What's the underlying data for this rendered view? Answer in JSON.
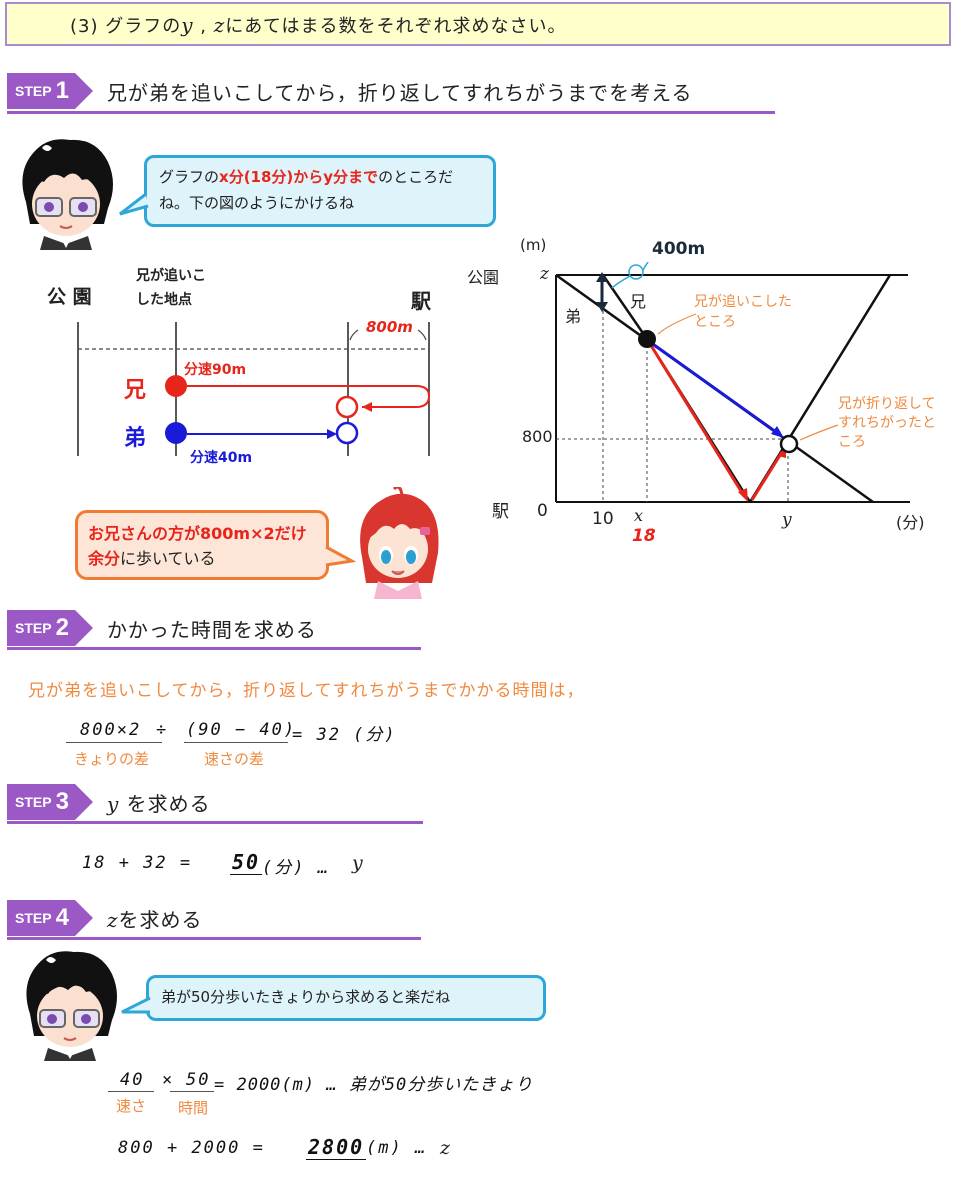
{
  "question": {
    "prefix": "(3) グラフの",
    "vy": "y",
    "comma": " , ",
    "vz": "z",
    "suffix": "にあてはまる数をそれぞれ求めなさい。"
  },
  "steps": [
    {
      "word": "STEP",
      "num": "1",
      "title": "兄が弟を追いこしてから，折り返してすれちがうまでを考える"
    },
    {
      "word": "STEP",
      "num": "2",
      "title": "かかった時間を求める"
    },
    {
      "word": "STEP",
      "num": "3",
      "title_var": "y",
      "title": "を求める"
    },
    {
      "word": "STEP",
      "num": "4",
      "title_var": "z",
      "title": "を求める"
    }
  ],
  "bubble1": {
    "pre": "グラフの",
    "red": "x分(18分)からy分まで",
    "post": "のところだね。下の図のようにかけるね"
  },
  "bubble2": {
    "red": "お兄さんの方が800m×2だけ余分",
    "post": "に歩いている"
  },
  "bubble3": {
    "text": "弟が50分歩いたきょりから求めると楽だね"
  },
  "diagram": {
    "park": "公 園",
    "station": "駅",
    "catch_point": "兄が追いこ\nした地点",
    "distance": "800m",
    "brother": "兄",
    "younger": "弟",
    "brother_speed": "分速90m",
    "younger_speed": "分速40m"
  },
  "graph": {
    "unit_y": "(m)",
    "unit_x": "(分)",
    "label_park": "公園",
    "label_station": "駅",
    "z": "z",
    "y800": "800",
    "y0": "0",
    "x10": "10",
    "xx": "x",
    "x18": "18",
    "xy": "y",
    "gap": "400m",
    "brother": "兄",
    "younger": "弟",
    "note_catch": "兄が追いこした\nところ",
    "note_pass": "兄が折り返して\nすれちがったと\nころ"
  },
  "step2": {
    "sentence": "兄が弟を追いこしてから，折り返してすれちがうまでかかる時間は，",
    "num1": "800×2",
    "op": "÷",
    "num2": "(90 − 40)",
    "result": "= 32 (分)",
    "label1": "きょりの差",
    "label2": "速さの差"
  },
  "step3": {
    "expr": "18  +  32  =",
    "answer": "50",
    "unit": "(分) …",
    "var": "y"
  },
  "step4": {
    "a": "40",
    "times": "×",
    "b": "50",
    "rest": "= 2000(m) … 弟が50分歩いたきょり",
    "label_a": "速さ",
    "label_b": "時間",
    "expr2": "800  +  2000  =",
    "answer": "2800",
    "unit": "(m)  …",
    "var": "z"
  },
  "colors": {
    "accent": "#9b59c6",
    "red": "#e8251b",
    "blue": "#1a1ad8",
    "orange": "#ef8a3e",
    "bubble_blue": "#2ea6d8"
  }
}
